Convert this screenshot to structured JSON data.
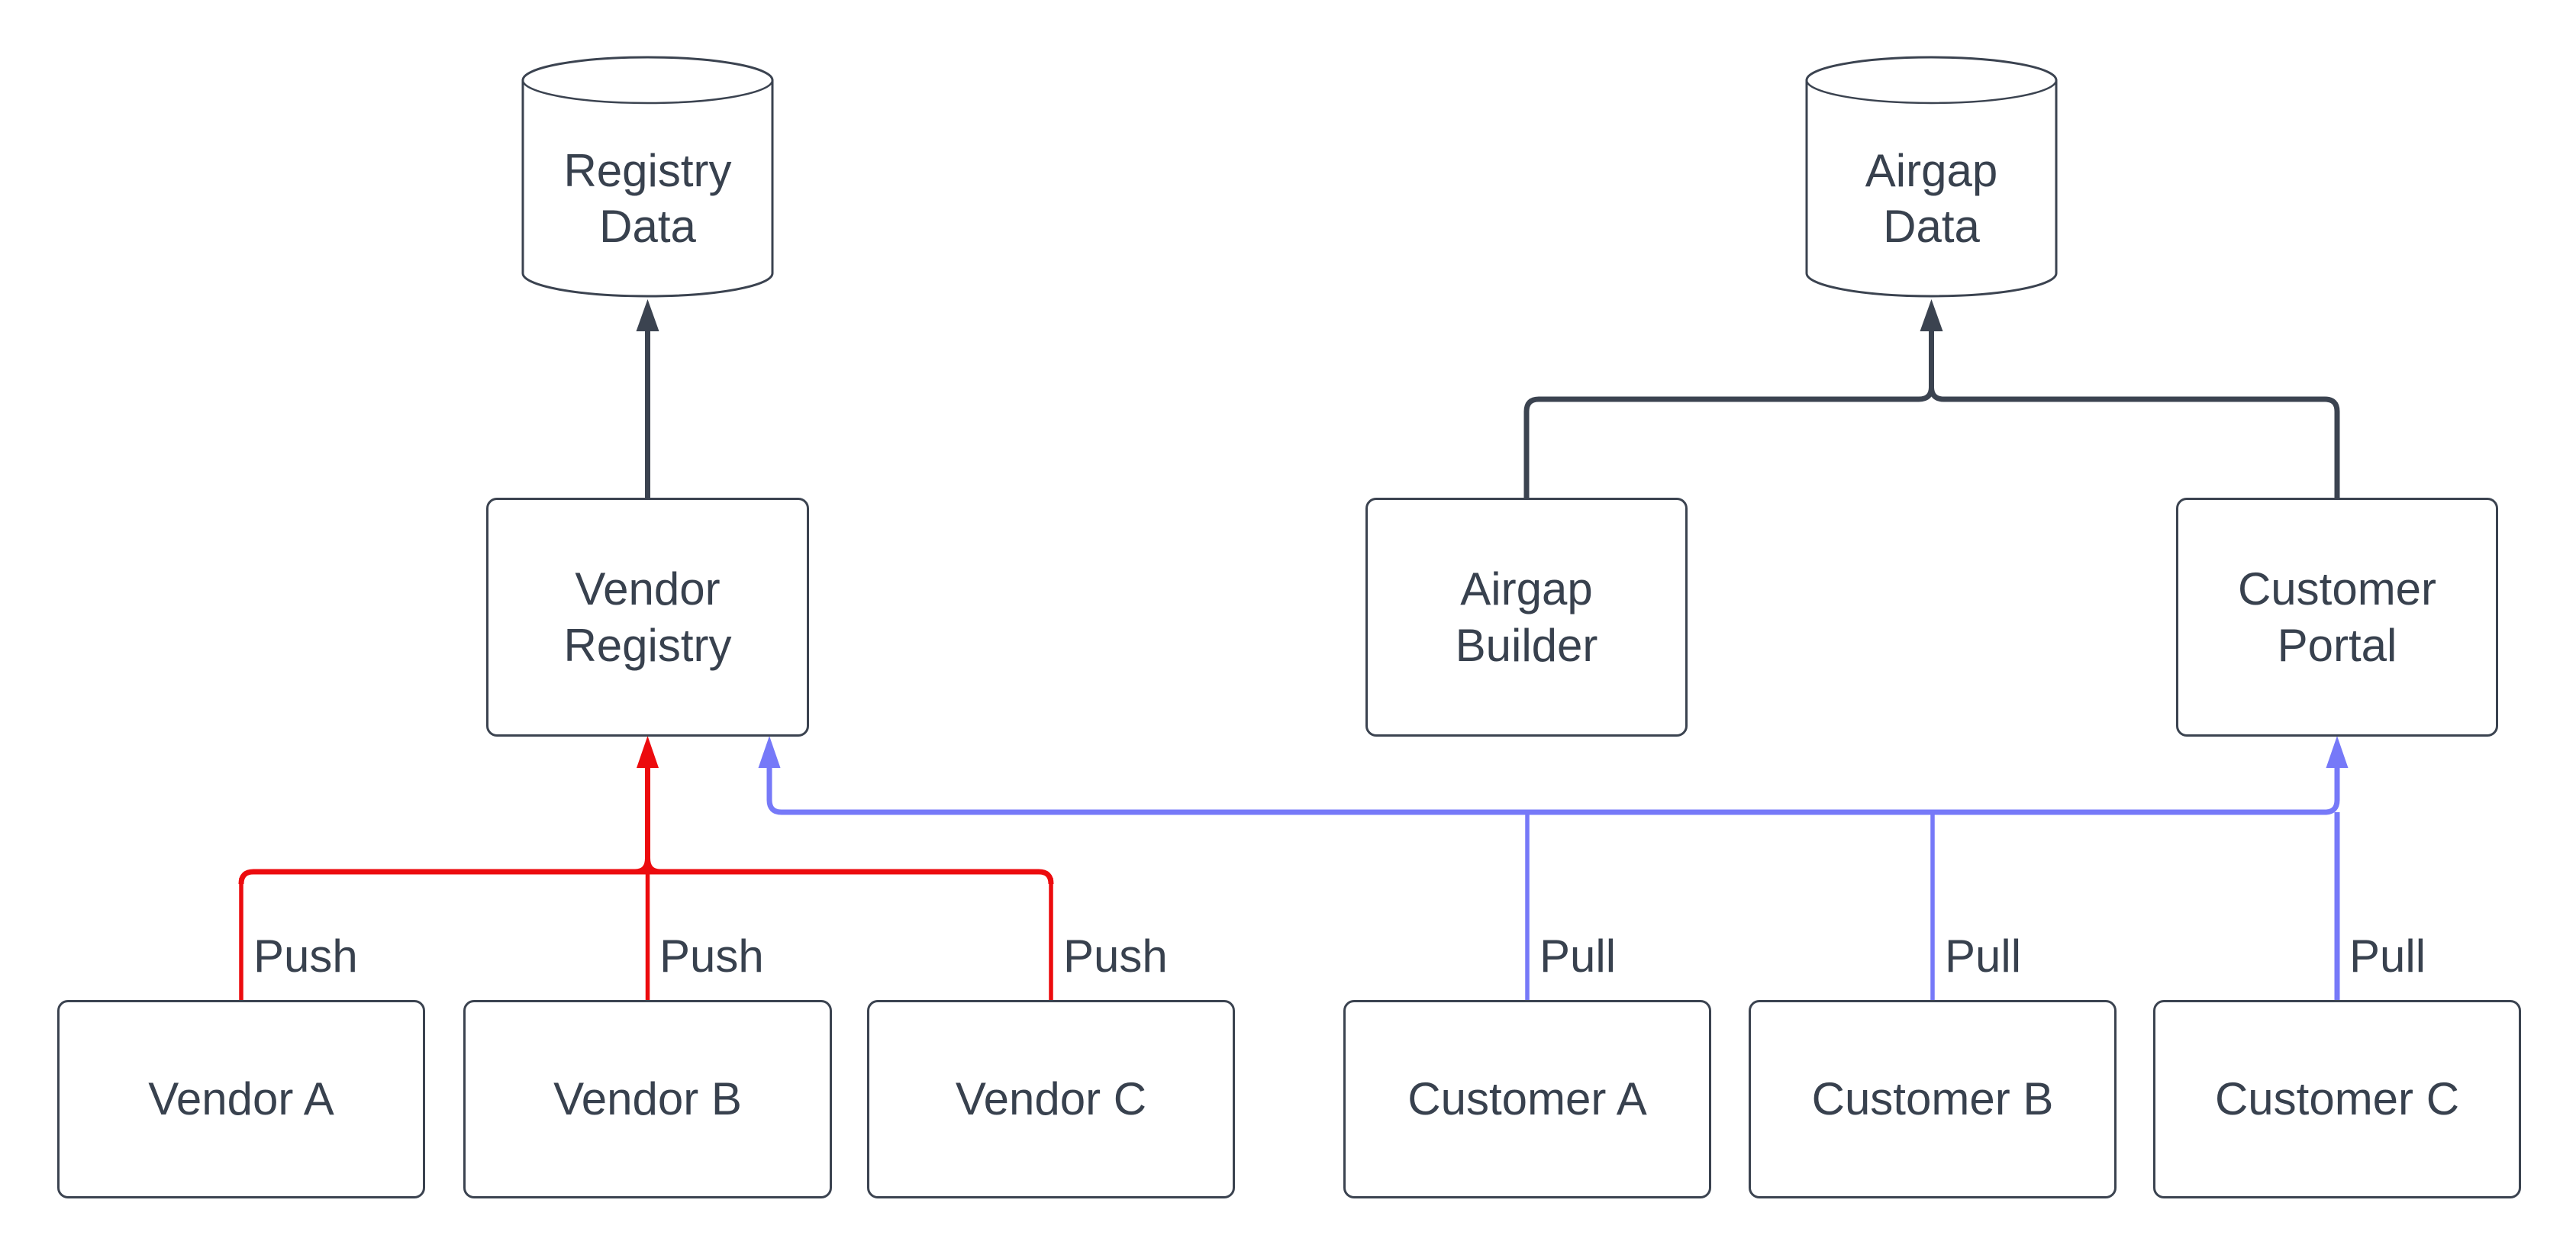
{
  "colors": {
    "dark": "#3b4350",
    "push_red": "#ec0b0e",
    "pull_blue": "#7679f8",
    "text": "#38414e",
    "node_fill": "#ffffff",
    "background": "#ffffff"
  },
  "nodes": {
    "registry_data": "Registry\nData",
    "airgap_data": "Airgap\nData",
    "vendor_registry": "Vendor\nRegistry",
    "airgap_builder": "Airgap\nBuilder",
    "customer_portal": "Customer\nPortal",
    "vendor_a": "Vendor A",
    "vendor_b": "Vendor B",
    "vendor_c": "Vendor C",
    "customer_a": "Customer A",
    "customer_b": "Customer B",
    "customer_c": "Customer C"
  },
  "edge_labels": {
    "push": [
      "Push",
      "Push",
      "Push"
    ],
    "pull": [
      "Pull",
      "Pull",
      "Pull"
    ]
  }
}
